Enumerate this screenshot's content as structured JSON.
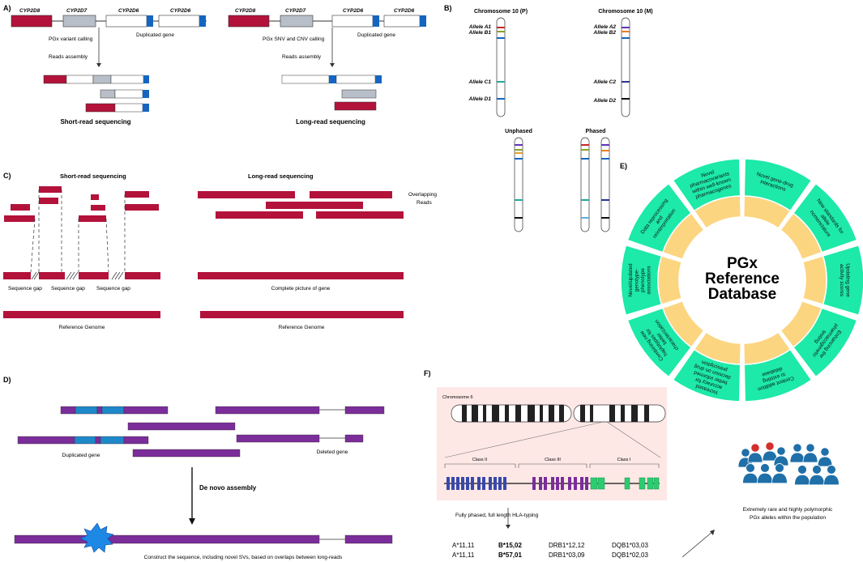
{
  "panels": {
    "a": {
      "label": "A)",
      "genes": [
        "CYP2D8",
        "CYP2D7",
        "CYP2D6",
        "CYP2D6"
      ],
      "dup_label": "Duplicated gene",
      "short_step1": "PGx variant calling",
      "short_step2": "Reads assembly",
      "long_step1": "PGx SNV and CNV calling",
      "long_step2": "Reads assembly",
      "short_title": "Short-read sequencing",
      "long_title": "Long-read sequencing"
    },
    "b": {
      "label": "B)",
      "chrom_p": "Chromosome 10 (P)",
      "chrom_m": "Chromosome 10 (M)",
      "alleles_p": [
        "Allele A1",
        "Allele B1",
        "Allele C1",
        "Allele D1"
      ],
      "alleles_m": [
        "Allele A2",
        "Allele B2",
        "Allele C2",
        "Allele D2"
      ],
      "unphased": "Unphased",
      "phased": "Phased"
    },
    "c": {
      "label": "C)",
      "short_title": "Short-read sequencing",
      "long_title": "Long-read sequencing",
      "gap_label": "Sequence gap",
      "ref_label": "Reference Genome",
      "overlap_line1": "Overlapping",
      "overlap_line2": "Reads",
      "complete_label": "Complete picture of gene"
    },
    "d": {
      "label": "D)",
      "dup_label": "Duplicated gene",
      "del_label": "Deleted gene",
      "denovo_label": "De novo assembly",
      "caption": "Construct the sequence, including novel SVs, based on overlaps between long-reads"
    },
    "e": {
      "label": "E)",
      "center": [
        "PGx",
        "Reference",
        "Database"
      ],
      "segments": [
        [
          "Novel gene-drug",
          "interactions"
        ],
        [
          "New standards for",
          "allele",
          "nomenclature"
        ],
        [
          "Updating gene",
          "activity scores"
        ],
        [
          "Enhancing the",
          "pharmacogenetic",
          "testing"
        ],
        [
          "Content addition",
          "to existing",
          "database"
        ],
        [
          "Increased",
          "accuracy for",
          "better informed",
          "decision on drug",
          "prescription"
        ],
        [
          "Combining new",
          "haplotypes for",
          "better",
          "characterization"
        ],
        [
          "Novel/updated",
          "genotype-",
          "phenotype",
          "associations"
        ],
        [
          "Data reprocessing",
          "and",
          "reinterpretation"
        ],
        [
          "Novel",
          "pharmacovariants",
          "within well-known",
          "pharmacogenes"
        ]
      ],
      "colors": {
        "outer": "#1de9a8",
        "inner": "#fcd581"
      }
    },
    "f": {
      "label": "F)",
      "chrom": "Chromosome 6",
      "classes": [
        "Class II",
        "Class III",
        "Class I"
      ],
      "typing_label": "Fully phased, full length HLA-typing",
      "rows": [
        [
          "A*11,11",
          "B*15,02",
          "DRB1*12,12",
          "DQB1*03,03"
        ],
        [
          "A*11,11",
          "B*57,01",
          "DRB1*03,09",
          "DQB1*02,03"
        ]
      ],
      "people_caption": [
        "Extremely rare and highly polymorphic",
        "PGx alleles within the population"
      ]
    }
  }
}
